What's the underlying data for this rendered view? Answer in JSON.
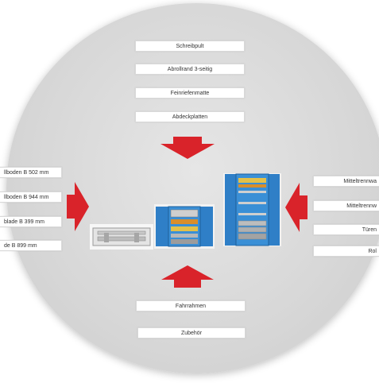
{
  "top_labels": [
    "Schreibpult",
    "Abrollrand 3-seitig",
    "Feinriefenmatte",
    "Abdeckplatten"
  ],
  "left_labels": [
    "llboden B 502 mm",
    "llboden B 944 mm",
    "blade B 399 mm",
    "de B 899 mm"
  ],
  "right_labels": [
    "Mitteltrennwa",
    "Mitteltrennw",
    "Türen",
    "Rol"
  ],
  "bottom_labels": [
    "Fahrrahmen",
    "Zubehör"
  ],
  "colors": {
    "arrow": "#d9232a",
    "circle": "#d7d7d7",
    "cabinet_blue": "#2f7fc7"
  },
  "images": [
    "drawer-insert",
    "low-cabinet-open",
    "tall-cabinet-open"
  ]
}
